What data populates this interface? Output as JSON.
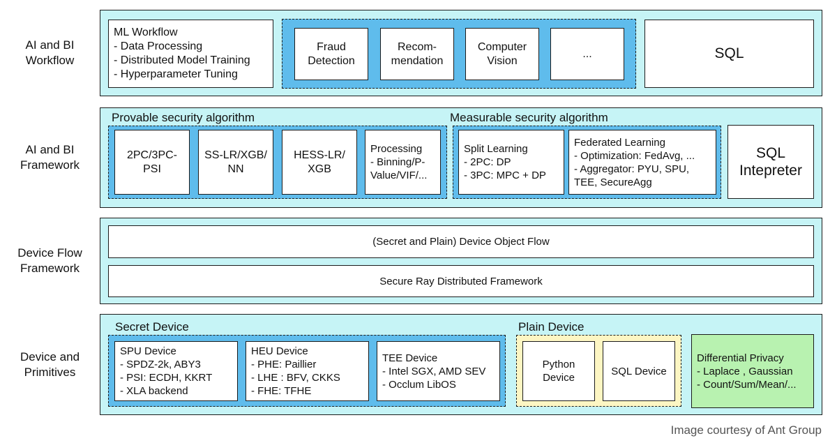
{
  "rows": [
    {
      "label_lines": [
        "AI and BI",
        "Workflow"
      ]
    },
    {
      "label_lines": [
        "AI and BI",
        "Framework"
      ]
    },
    {
      "label_lines": [
        "Device Flow",
        "Framework"
      ]
    },
    {
      "label_lines": [
        "Device and",
        "Primitives"
      ]
    }
  ],
  "workflow": {
    "ml_box": [
      "ML Workflow",
      "- Data Processing",
      "- Distributed Model Training",
      "- Hyperparameter Tuning"
    ],
    "apps": [
      [
        "Fraud",
        "Detection"
      ],
      [
        "Recom-",
        "mendation"
      ],
      [
        "Computer",
        "Vision"
      ],
      [
        "..."
      ]
    ],
    "sql": "SQL"
  },
  "framework": {
    "provable_title": "Provable security algorithm",
    "measurable_title": "Measurable security algorithm",
    "provable": [
      [
        "2PC/3PC-",
        "PSI"
      ],
      [
        "SS-LR/XGB/",
        "NN"
      ],
      [
        "HESS-LR/",
        "XGB"
      ],
      [
        "Processing",
        "- Binning/P-",
        "Value/VIF/..."
      ]
    ],
    "split_learning": [
      "Split Learning",
      "- 2PC: DP",
      "- 3PC: MPC + DP"
    ],
    "federated": [
      "Federated Learning",
      "- Optimization: FedAvg, ...",
      "- Aggregator: PYU, SPU,",
      "TEE, SecureAgg"
    ],
    "sql_interpreter": [
      "SQL",
      "Intepreter"
    ]
  },
  "device_flow": {
    "object_flow": "(Secret and Plain) Device Object Flow",
    "ray": "Secure Ray Distributed Framework"
  },
  "primitives": {
    "secret_title": "Secret Device",
    "plain_title": "Plain Device",
    "spu": [
      "SPU Device",
      "- SPDZ-2k, ABY3",
      "- PSI: ECDH, KKRT",
      "- XLA backend"
    ],
    "heu": [
      "HEU Device",
      "- PHE: Paillier",
      "- LHE : BFV, CKKS",
      "- FHE: TFHE"
    ],
    "tee": [
      "TEE Device",
      "- Intel SGX, AMD SEV",
      "- Occlum LibOS"
    ],
    "python": [
      "Python",
      "Device"
    ],
    "sql_device": "SQL Device",
    "dp": [
      "Differential Privacy",
      "- Laplace , Gaussian",
      "- Count/Sum/Mean/..."
    ]
  },
  "credit": "Image courtesy of Ant Group",
  "colors": {
    "band": "#c6f4f6",
    "dashed_fill": "#5fbcec",
    "plain_fill": "#fdf6c3",
    "dp_fill": "#b8f2b0"
  }
}
